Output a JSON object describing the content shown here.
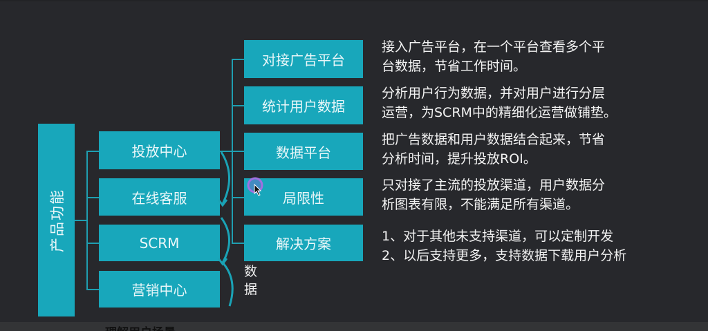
{
  "root": {
    "label": "产品功能"
  },
  "modules": [
    {
      "label": "投放中心"
    },
    {
      "label": "在线客服"
    },
    {
      "label": "SCRM"
    },
    {
      "label": "营销中心"
    }
  ],
  "details": [
    {
      "label": "对接广告平台",
      "desc": [
        "接入广告平台，在一个平台查看多个平",
        "台数据，节省工作时间。"
      ]
    },
    {
      "label": "统计用户数据",
      "desc": [
        "分析用户行为数据，并对用户进行分层",
        "运营，为SCRM中的精细化运营做铺垫。"
      ]
    },
    {
      "label": "数据平台",
      "desc": [
        "把广告数据和用户数据结合起来，节省",
        "分析时间，提升投放ROI。"
      ]
    },
    {
      "label": "局限性",
      "desc": [
        "只对接了主流的投放渠道，用户数据分",
        "析图表有限，不能满足所有渠道。"
      ]
    },
    {
      "label": "解决方案",
      "desc": [
        "1、对于其他未支持渠道，可以定制开发",
        "2、以后支持更多，支持数据下载用户分析"
      ]
    }
  ],
  "annotation": {
    "line1": "数",
    "line2": "据"
  },
  "next_slide_title": "理解用户场景",
  "colors": {
    "background": "#27282c",
    "box": "#18a7bb",
    "text": "#f2f2f2"
  }
}
